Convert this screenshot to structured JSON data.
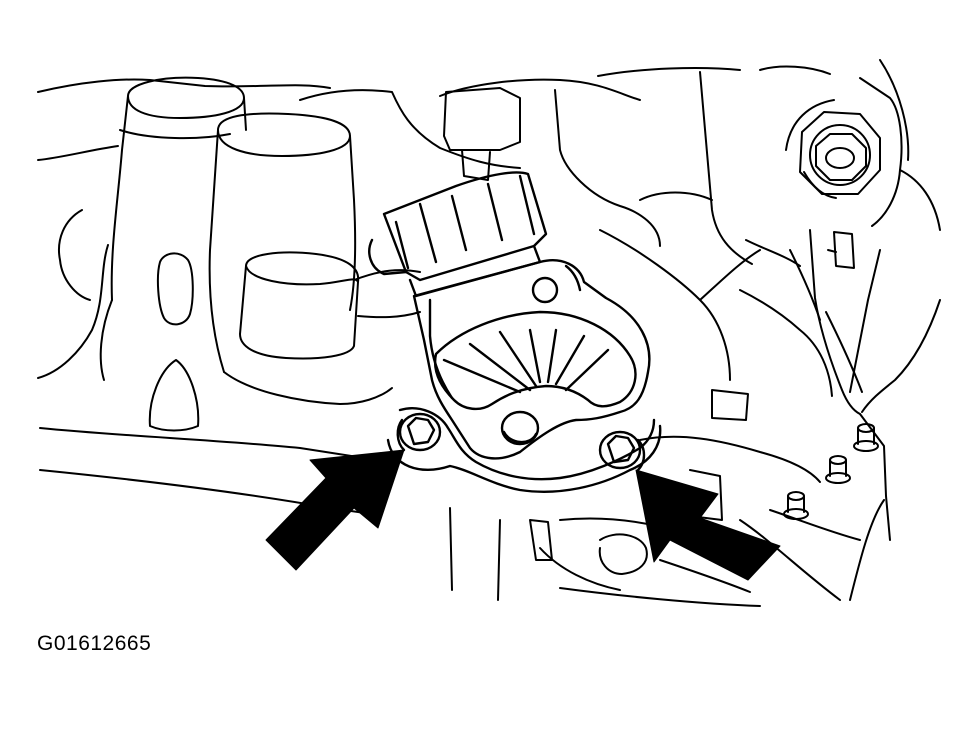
{
  "figure": {
    "id": "G01612665"
  },
  "colors": {
    "line": "#000000",
    "background": "#ffffff",
    "arrow": "#000000"
  },
  "callouts": [
    {
      "name": "left-bolt-arrow",
      "points_to": "left-mounting-bolt"
    },
    {
      "name": "right-bolt-arrow",
      "points_to": "right-mounting-bolt"
    }
  ]
}
